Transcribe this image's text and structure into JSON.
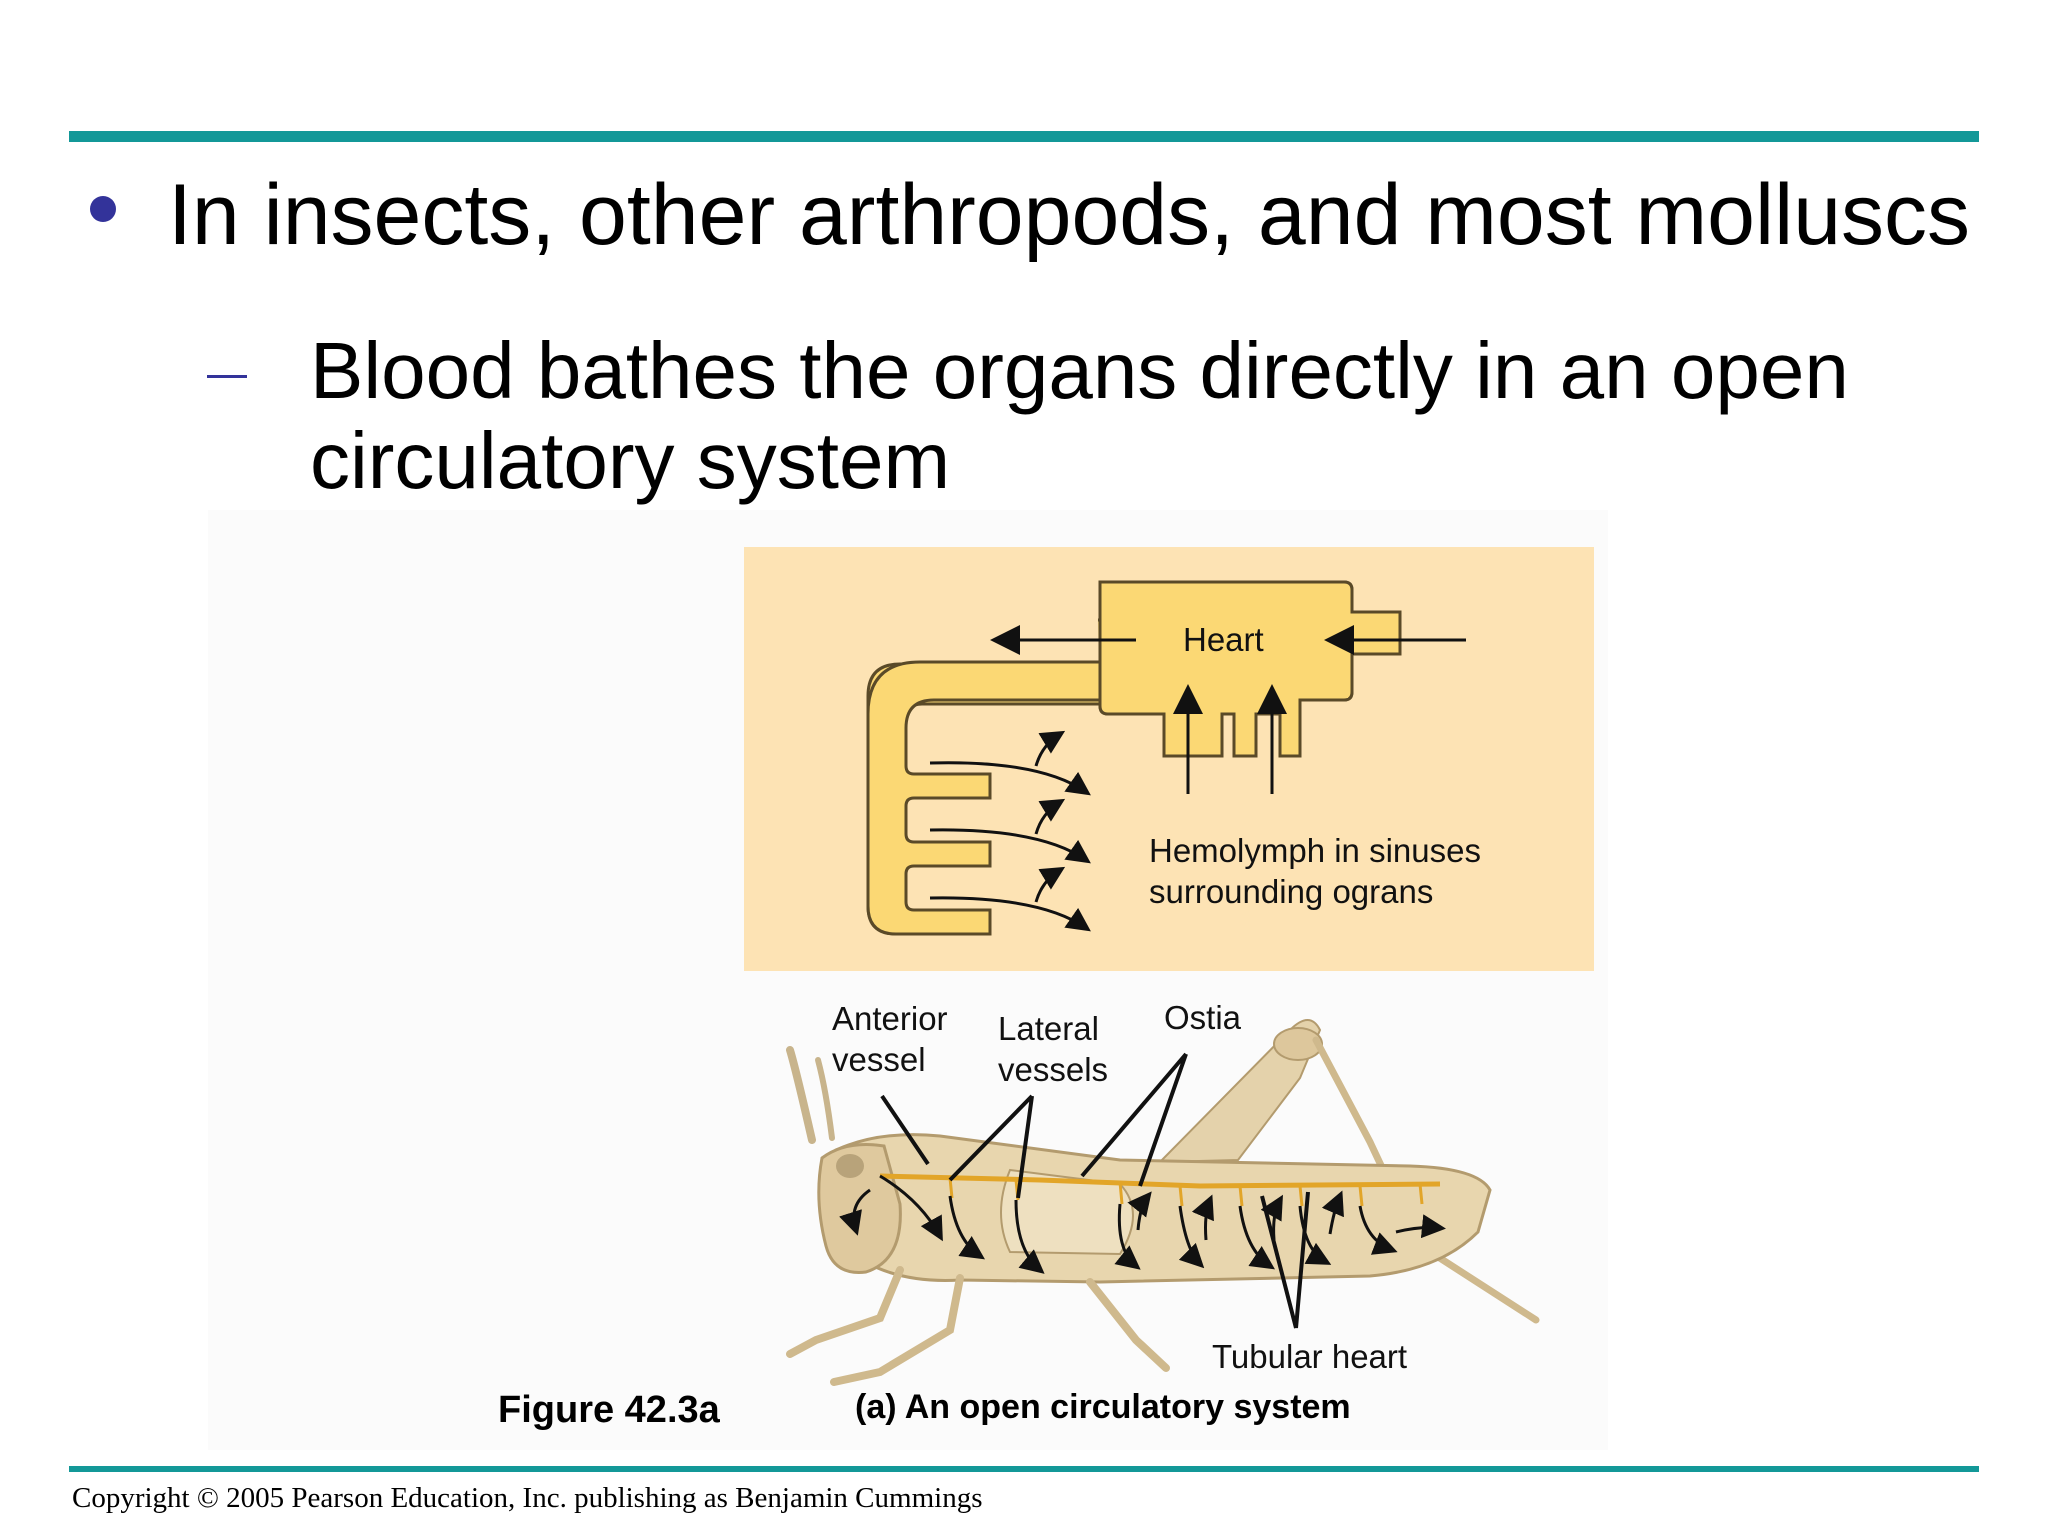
{
  "slide": {
    "bullet": "In insects, other arthropods, and most molluscs",
    "sub_line_1": "Blood bathes the organs directly in an open",
    "sub_line_2": "circulatory system"
  },
  "diagram": {
    "heart_label": "Heart",
    "hemolymph_line_1": "Hemolymph in sinuses",
    "hemolymph_line_2": "surrounding ograns"
  },
  "insect": {
    "anterior_line_1": "Anterior",
    "anterior_line_2": "vessel",
    "lateral_line_1": "Lateral",
    "lateral_line_2": "vessels",
    "ostia": "Ostia",
    "tubular_heart": "Tubular heart"
  },
  "figure": {
    "number": "Figure 42.3a",
    "caption": "(a) An open circulatory system"
  },
  "footer": {
    "copyright": "Copyright © 2005 Pearson Education, Inc. publishing as Benjamin Cummings"
  }
}
